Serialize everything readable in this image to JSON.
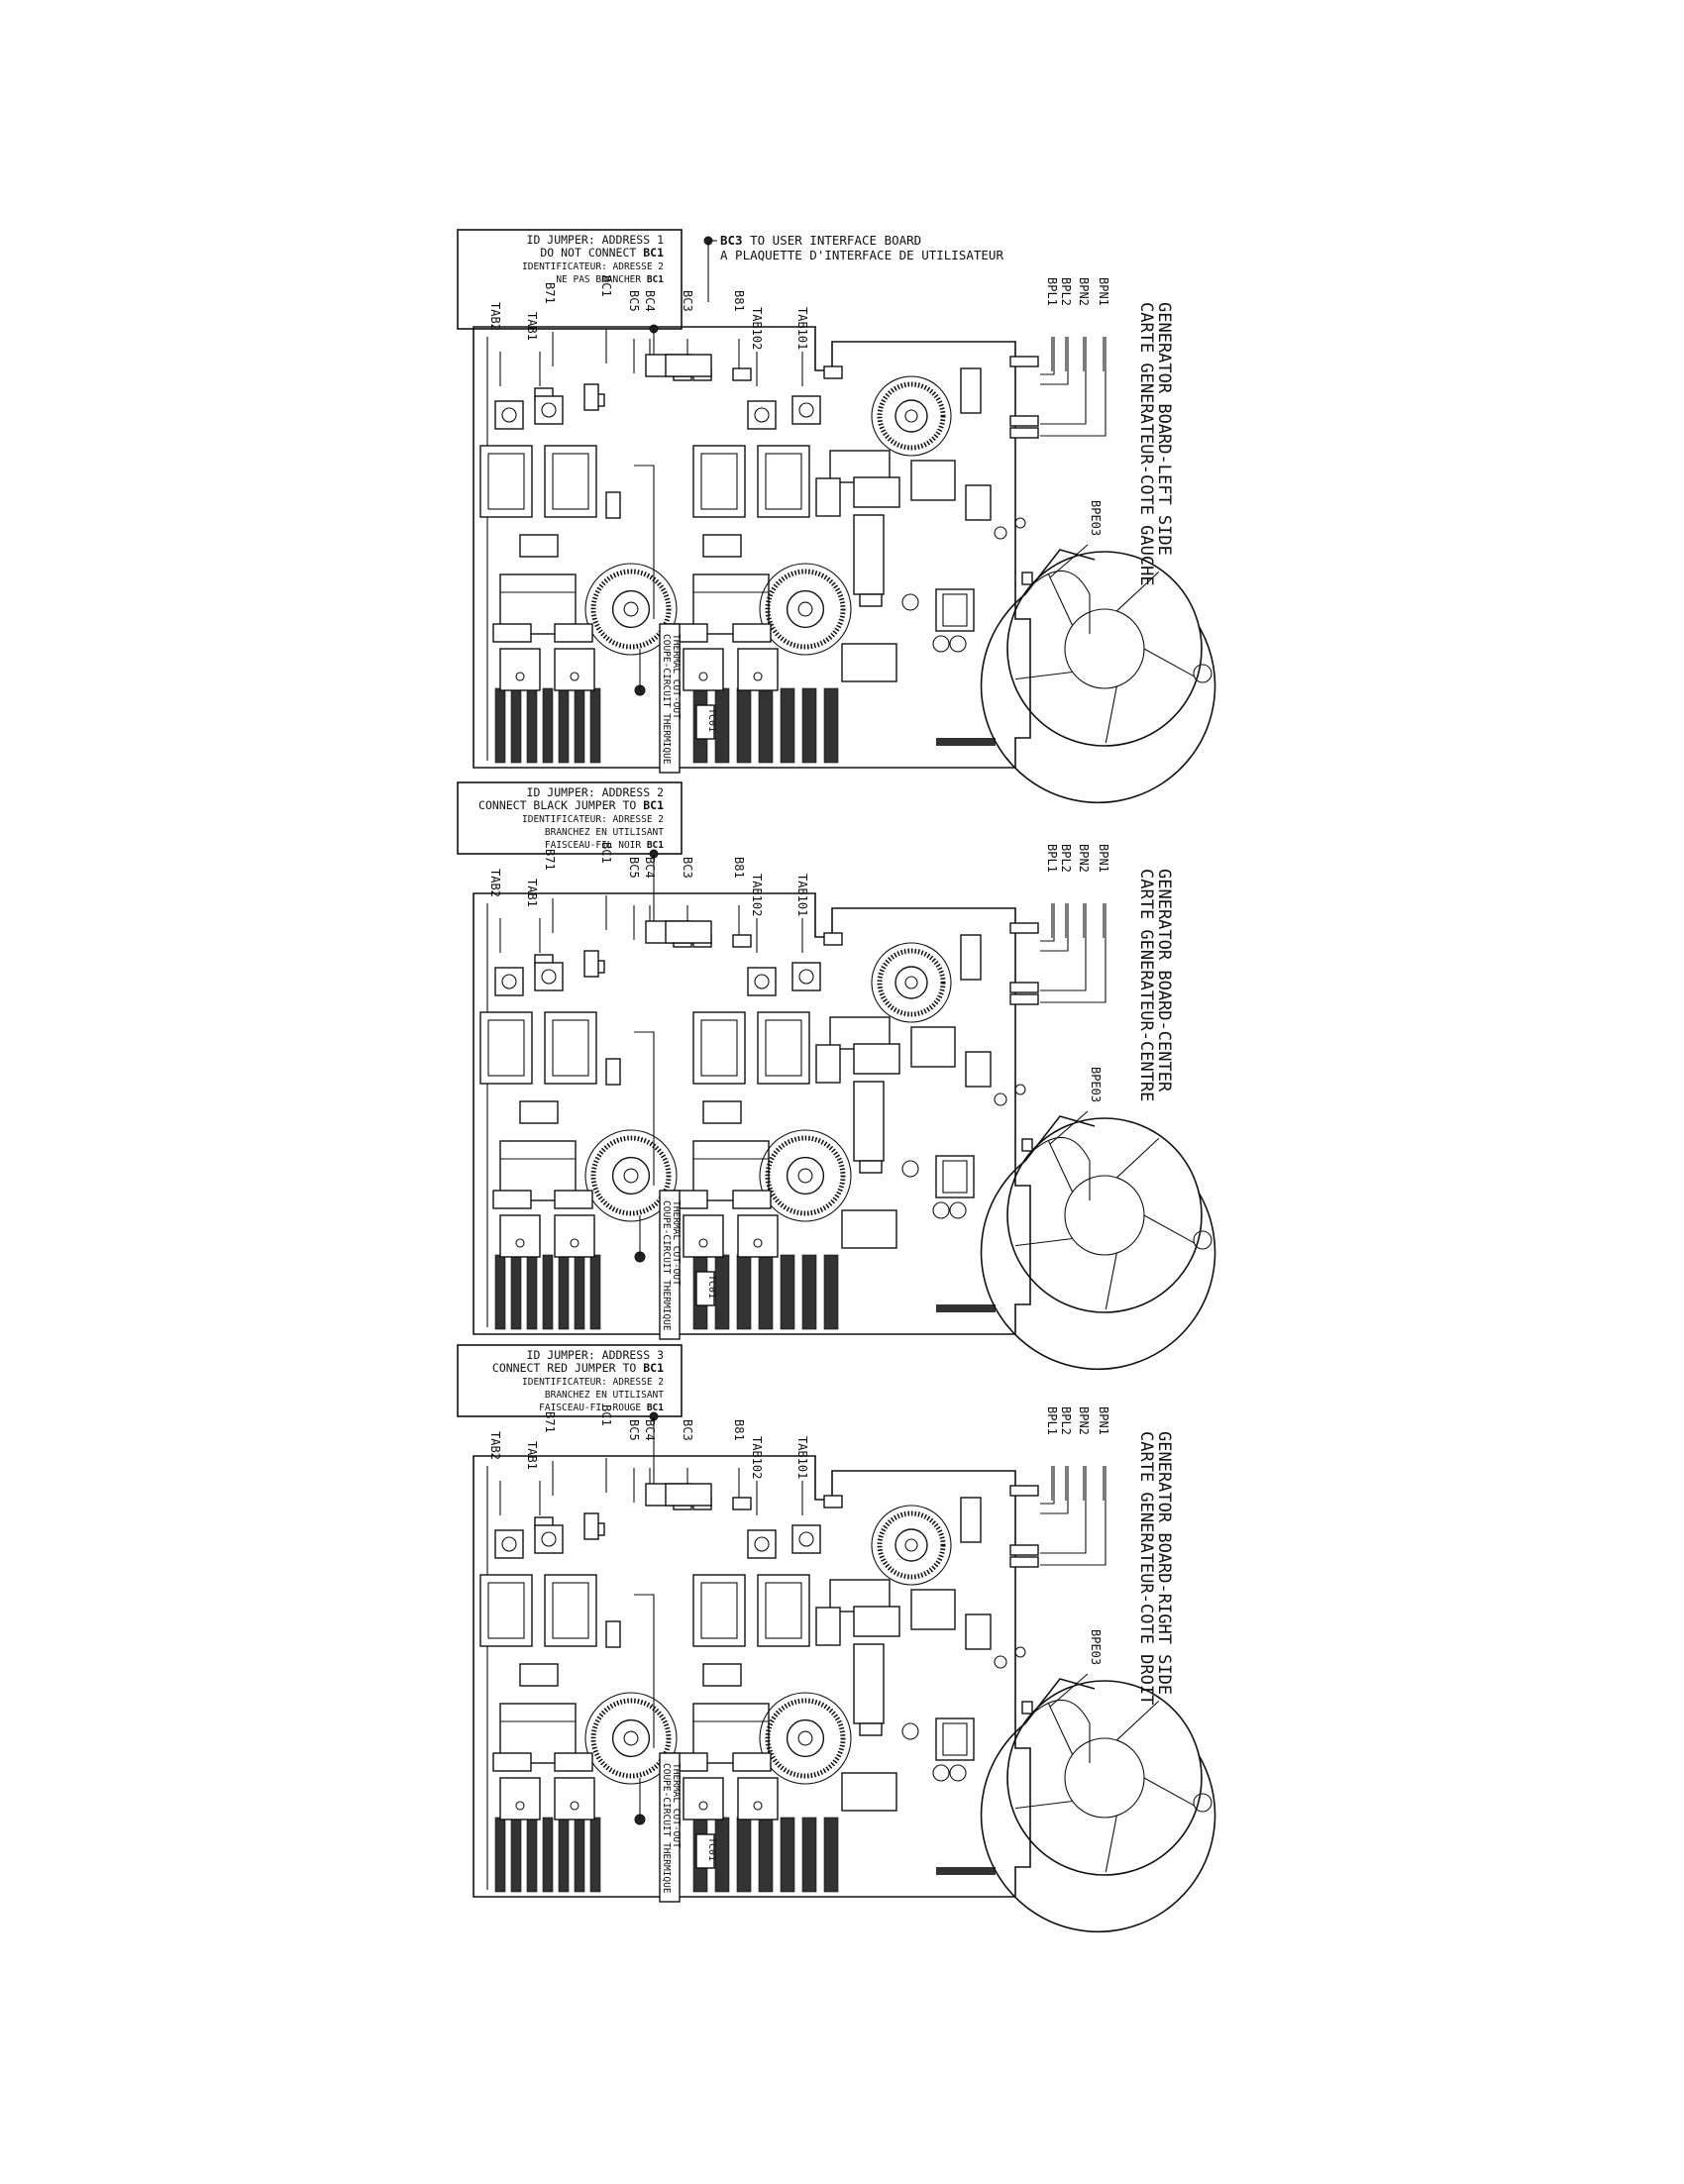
{
  "top_note": {
    "bc3": "BC3",
    "line1": " TO USER INTERFACE BOARD",
    "line2": "A PLAQUETTE D'INTERFACE DE UTILISATEUR"
  },
  "boards": [
    {
      "title_en": "GENERATOR BOARD-LEFT SIDE",
      "title_fr": "CARTE GENERATEUR-COTE GAUCHE",
      "jumper_lines": [
        "ID JUMPER: ADDRESS 1",
        "DO NOT CONNECT ",
        "IDENTIFICATEUR: ADRESSE 2",
        "NE PAS BRANCHER "
      ],
      "jumper_bold": [
        "",
        "BC1",
        "",
        "BC1"
      ]
    },
    {
      "title_en": "GENERATOR BOARD-CENTER",
      "title_fr": "CARTE GENERATEUR-CENTRE",
      "jumper_lines": [
        "ID JUMPER: ADDRESS 2",
        "CONNECT BLACK JUMPER TO ",
        "IDENTIFICATEUR: ADRESSE 2",
        "BRANCHEZ EN UTILISANT",
        "FAISCEAU-FIL NOIR "
      ],
      "jumper_bold": [
        "",
        "BC1",
        "",
        "",
        "BC1"
      ]
    },
    {
      "title_en": "GENERATOR BOARD-RIGHT SIDE",
      "title_fr": "CARTE GENERATEUR-COTE DROIT",
      "jumper_lines": [
        "ID JUMPER: ADDRESS 3",
        "CONNECT RED JUMPER TO ",
        "IDENTIFICATEUR: ADRESSE 2",
        "BRANCHEZ EN UTILISANT",
        "FAISCEAU-FIL ROUGE "
      ],
      "jumper_bold": [
        "",
        "BC1",
        "",
        "",
        "BC1"
      ]
    }
  ],
  "connector_labels": {
    "tab2": "TAB2",
    "tab1": "TAB1",
    "b71": "B71",
    "bc1": "BC1",
    "bc5": "BC5",
    "bc4": "BC4",
    "bc3": "BC3",
    "b81": "B81",
    "tab102": "TAB102",
    "tab101": "TAB101",
    "bpl1": "BPL1",
    "bpl2": "BPL2",
    "bpn2": "BPN2",
    "bpn1": "BPN1",
    "bpe03": "BPE03"
  },
  "board_labels": {
    "tc01": "TC01",
    "thermal_en": "THERMAL CUT-OUT",
    "thermal_fr": "COUPE-CIRCUIT THERMIQUE"
  }
}
